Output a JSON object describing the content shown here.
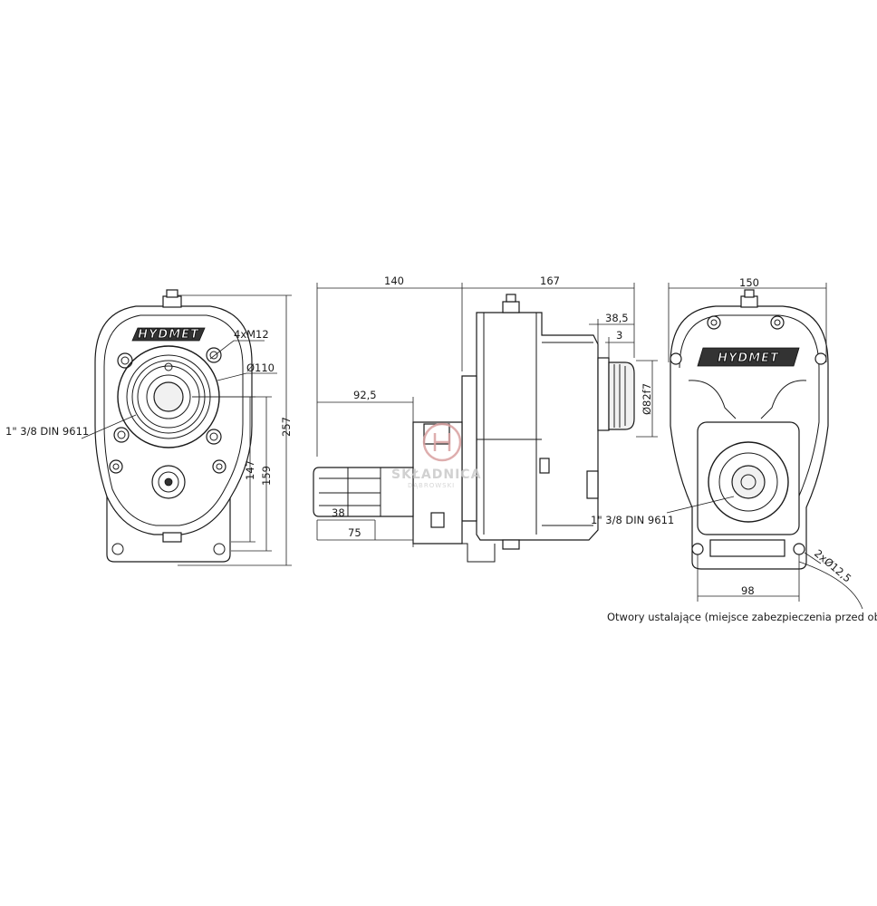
{
  "dimensions": {
    "front_4xM12": "4xM12",
    "front_d110": "Ø110",
    "front_spline": "1\" 3/8 DIN 9611",
    "front_257": "257",
    "front_159": "159",
    "front_147": "147",
    "side_140": "140",
    "side_167": "167",
    "side_38_5": "38,5",
    "side_3": "3",
    "side_92_5": "92,5",
    "side_d82f7": "Ø82f7",
    "side_38": "38",
    "side_75": "75",
    "rear_150": "150",
    "rear_spline": "1\" 3/8 DIN 9611",
    "rear_holes": "2xØ12,5",
    "rear_98": "98"
  },
  "note": "Otwory ustalające (miejsce zabezpieczenia przed obrotem)",
  "logo": {
    "front": "HYDMET",
    "rear": "HYDMET"
  },
  "watermark": {
    "line1": "SKŁADNICA",
    "line2": "DĄBROWSKI"
  },
  "colors": {
    "line": "#1a1a1a",
    "watermark": "#c9c9c9"
  }
}
